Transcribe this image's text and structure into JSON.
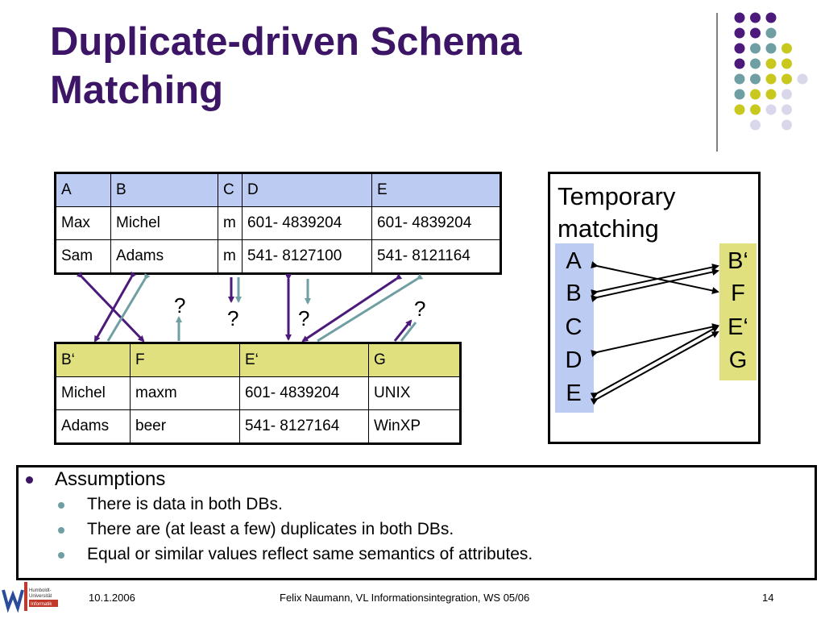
{
  "slide": {
    "title": "Duplicate-driven Schema Matching"
  },
  "table1": {
    "headers": [
      "A",
      "B",
      "C",
      "D",
      "E"
    ],
    "rows": [
      [
        "Max",
        "Michel",
        "m",
        "601- 4839204",
        "601- 4839204"
      ],
      [
        "Sam",
        "Adams",
        "m",
        "541- 8127100",
        "541- 8121164"
      ]
    ]
  },
  "table2": {
    "headers": [
      "B‘",
      "F",
      "E‘",
      "G"
    ],
    "rows": [
      [
        "Michel",
        "maxm",
        "601- 4839204",
        "UNIX"
      ],
      [
        "Adams",
        "beer",
        "541- 8127164",
        "WinXP"
      ]
    ]
  },
  "question_marks": [
    "?",
    "?",
    "?",
    "?"
  ],
  "temporary_matching": {
    "title": "Temporary matching",
    "left_column": [
      "A",
      "B",
      "C",
      "D",
      "E"
    ],
    "right_column": [
      "B‘",
      "F",
      "E‘",
      "G"
    ]
  },
  "assumptions": {
    "heading": "Assumptions",
    "items": [
      "There is data in both DBs.",
      "There are (at least a few) duplicates in both DBs.",
      "Equal or similar values reflect same semantics of attributes."
    ]
  },
  "footer": {
    "date": "10.1.2006",
    "author": "Felix Naumann, VL Informationsintegration, WS 05/06",
    "page": "14"
  },
  "logo": {
    "text_line1": "Humboldt-",
    "text_line2": "Universität",
    "text_line3": "Informatik"
  },
  "colors": {
    "title": "#3d1566",
    "purple_arrow": "#4b1a7a",
    "teal_arrow": "#6f9fa3",
    "blue_header": "#bccbf2",
    "yellow_header": "#e1e07f"
  }
}
